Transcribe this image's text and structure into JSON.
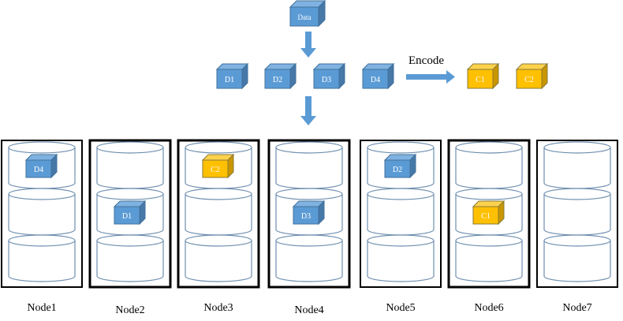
{
  "diagram": {
    "source_block": {
      "label": "Data",
      "color": "blue"
    },
    "data_blocks": [
      {
        "label": "D1",
        "color": "blue"
      },
      {
        "label": "D2",
        "color": "blue"
      },
      {
        "label": "D3",
        "color": "blue"
      },
      {
        "label": "D4",
        "color": "blue"
      }
    ],
    "encode_label": "Encode",
    "code_blocks": [
      {
        "label": "C1",
        "color": "yellow"
      },
      {
        "label": "C2",
        "color": "yellow"
      }
    ],
    "nodes": [
      {
        "label": "Node1",
        "bold_border": false,
        "disks": [
          {
            "block": "D4",
            "color": "blue"
          },
          {
            "block": null
          },
          {
            "block": null
          }
        ]
      },
      {
        "label": "Node2",
        "bold_border": true,
        "disks": [
          {
            "block": null
          },
          {
            "block": "D1",
            "color": "blue"
          },
          {
            "block": null
          }
        ]
      },
      {
        "label": "Node3",
        "bold_border": true,
        "disks": [
          {
            "block": "C2",
            "color": "yellow"
          },
          {
            "block": null
          },
          {
            "block": null
          }
        ]
      },
      {
        "label": "Node4",
        "bold_border": true,
        "disks": [
          {
            "block": null
          },
          {
            "block": "D3",
            "color": "blue"
          },
          {
            "block": null
          }
        ]
      },
      {
        "label": "Node5",
        "bold_border": false,
        "disks": [
          {
            "block": "D2",
            "color": "blue"
          },
          {
            "block": null
          },
          {
            "block": null
          }
        ]
      },
      {
        "label": "Node6",
        "bold_border": true,
        "disks": [
          {
            "block": null
          },
          {
            "block": "C1",
            "color": "yellow"
          },
          {
            "block": null
          }
        ]
      },
      {
        "label": "Node7",
        "bold_border": false,
        "disks": [
          {
            "block": null
          },
          {
            "block": null
          },
          {
            "block": null
          }
        ]
      }
    ]
  },
  "colors": {
    "blue_front": "#5B9BD5",
    "blue_top": "#7FB2E0",
    "blue_side": "#4678A8",
    "blue_edge": "#41719C",
    "yellow_front": "#FFC000",
    "yellow_top": "#FFD24D",
    "yellow_side": "#C89600",
    "yellow_edge": "#8A7A3A",
    "arrow": "#5B9BD5",
    "disk_stroke": "#6F8FAF",
    "node_border": "#000000"
  }
}
